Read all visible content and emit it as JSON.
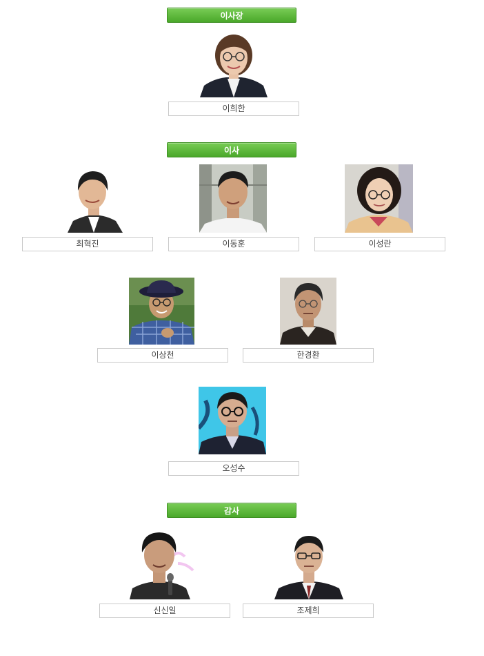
{
  "sections": {
    "chairman": {
      "title": "이사장",
      "members": [
        {
          "name": "이희한"
        }
      ]
    },
    "directors": {
      "title": "이사",
      "members": [
        {
          "name": "최혁진"
        },
        {
          "name": "이동훈"
        },
        {
          "name": "이성란"
        },
        {
          "name": "이상천"
        },
        {
          "name": "한경환"
        },
        {
          "name": "오성수"
        }
      ]
    },
    "auditors": {
      "title": "감사",
      "members": [
        {
          "name": "신신일"
        },
        {
          "name": "조제희"
        }
      ]
    }
  },
  "colors": {
    "header_green": "#5cb83a",
    "name_border": "#c9c9c9"
  }
}
